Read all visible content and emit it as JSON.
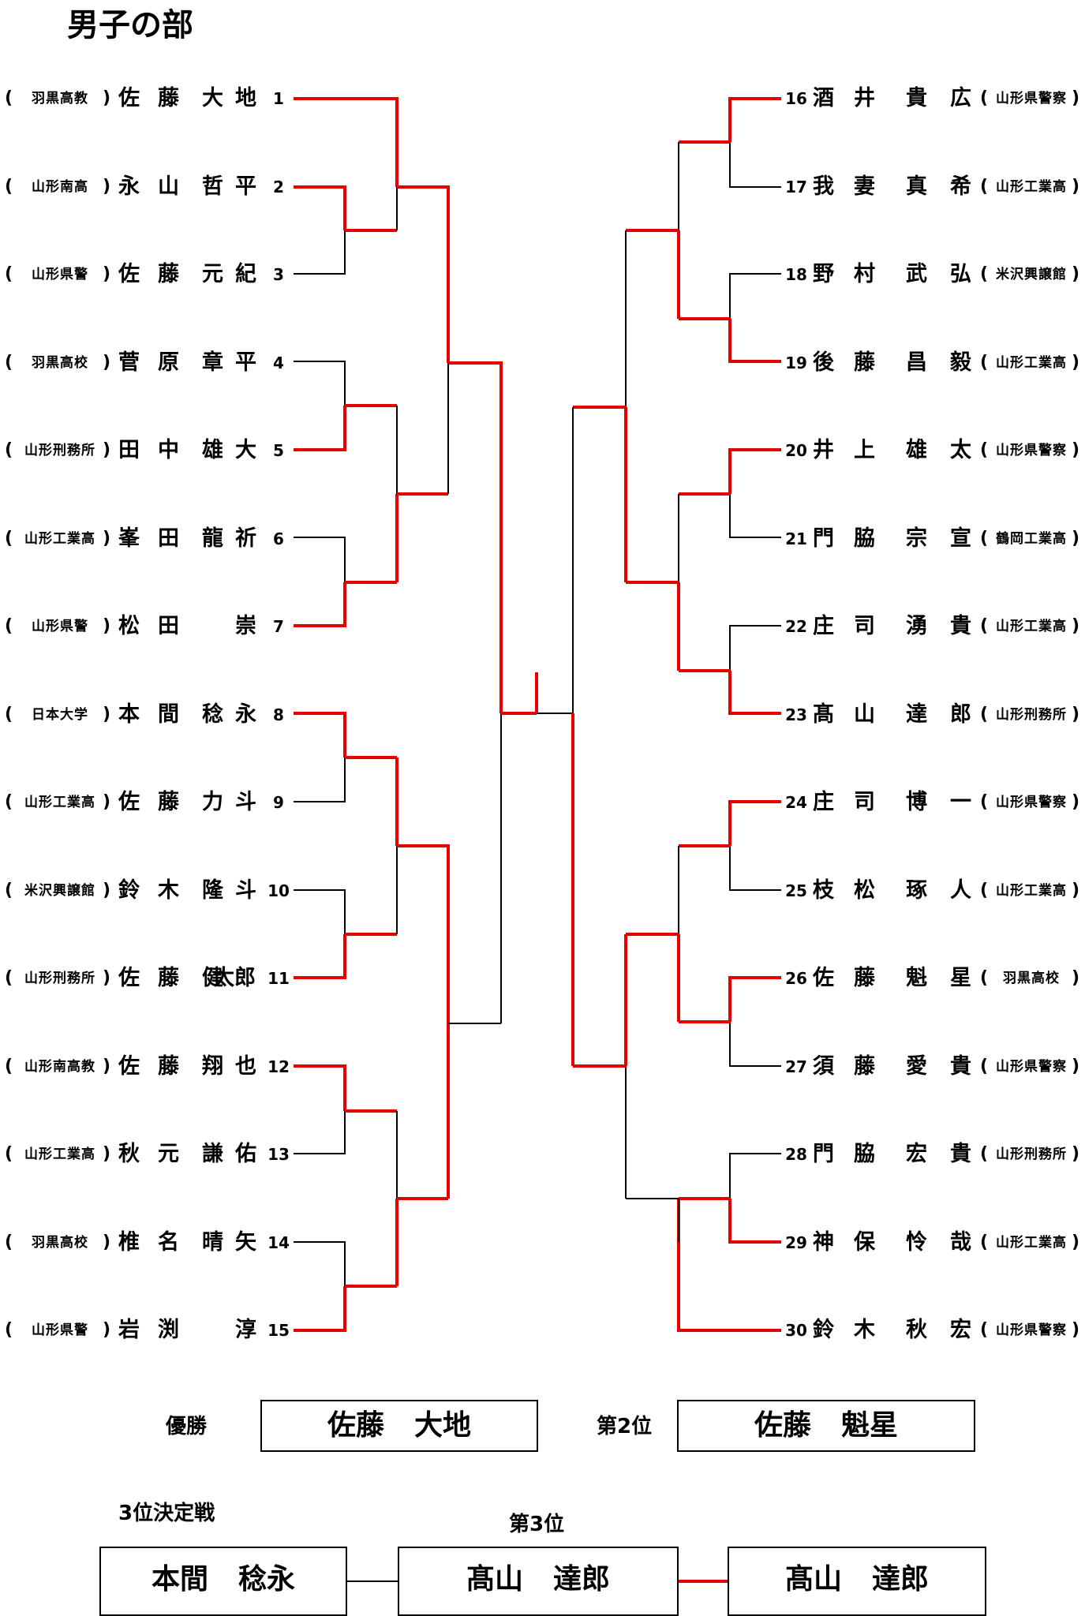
{
  "title": "男子の部",
  "colors": {
    "winner_line": "#e60000",
    "line": "#000000"
  },
  "left_players": [
    {
      "seed": "1",
      "team": "羽黒高教",
      "name": [
        "佐",
        "藤",
        "大",
        "地"
      ],
      "win": true
    },
    {
      "seed": "2",
      "team": "山形南高",
      "name": [
        "永",
        "山",
        "哲",
        "平"
      ],
      "win": true
    },
    {
      "seed": "3",
      "team": "山形県警",
      "name": [
        "佐",
        "藤",
        "元",
        "紀"
      ],
      "win": false
    },
    {
      "seed": "4",
      "team": "羽黒高校",
      "name": [
        "菅",
        "原",
        "章",
        "平"
      ],
      "win": false
    },
    {
      "seed": "5",
      "team": "山形刑務所",
      "name": [
        "田",
        "中",
        "雄",
        "大"
      ],
      "win": true
    },
    {
      "seed": "6",
      "team": "山形工業高",
      "name": [
        "峯",
        "田",
        "龍",
        "祈"
      ],
      "win": false
    },
    {
      "seed": "7",
      "team": "山形県警",
      "name": [
        "松",
        "田",
        "",
        "崇"
      ],
      "win": true
    },
    {
      "seed": "8",
      "team": "日本大学",
      "name": [
        "本",
        "間",
        "稔",
        "永"
      ],
      "win": true
    },
    {
      "seed": "9",
      "team": "山形工業高",
      "name": [
        "佐",
        "藤",
        "力",
        "斗"
      ],
      "win": false
    },
    {
      "seed": "10",
      "team": "米沢興譲館",
      "name": [
        "鈴",
        "木",
        "隆",
        "斗"
      ],
      "win": false
    },
    {
      "seed": "11",
      "team": "山形刑務所",
      "name": [
        "佐",
        "藤",
        "健",
        "太郎"
      ],
      "win": true
    },
    {
      "seed": "12",
      "team": "山形南高教",
      "name": [
        "佐",
        "藤",
        "翔",
        "也"
      ],
      "win": true
    },
    {
      "seed": "13",
      "team": "山形工業高",
      "name": [
        "秋",
        "元",
        "謙",
        "佑"
      ],
      "win": false
    },
    {
      "seed": "14",
      "team": "羽黒高校",
      "name": [
        "椎",
        "名",
        "晴",
        "矢"
      ],
      "win": false
    },
    {
      "seed": "15",
      "team": "山形県警",
      "name": [
        "岩",
        "渕",
        "",
        "淳"
      ],
      "win": true
    }
  ],
  "right_players": [
    {
      "seed": "16",
      "team": "山形県警察",
      "name": [
        "酒",
        "井",
        "貴",
        "広"
      ],
      "win": true
    },
    {
      "seed": "17",
      "team": "山形工業高",
      "name": [
        "我",
        "妻",
        "真",
        "希"
      ],
      "win": false
    },
    {
      "seed": "18",
      "team": "米沢興譲館",
      "name": [
        "野",
        "村",
        "武",
        "弘"
      ],
      "win": false
    },
    {
      "seed": "19",
      "team": "山形工業高",
      "name": [
        "後",
        "藤",
        "昌",
        "毅"
      ],
      "win": true
    },
    {
      "seed": "20",
      "team": "山形県警察",
      "name": [
        "井",
        "上",
        "雄",
        "太"
      ],
      "win": true
    },
    {
      "seed": "21",
      "team": "鶴岡工業高",
      "name": [
        "門",
        "脇",
        "宗",
        "宣"
      ],
      "win": false
    },
    {
      "seed": "22",
      "team": "山形工業高",
      "name": [
        "庄",
        "司",
        "湧",
        "貴"
      ],
      "win": false
    },
    {
      "seed": "23",
      "team": "山形刑務所",
      "name": [
        "髙",
        "山",
        "達",
        "郎"
      ],
      "win": true
    },
    {
      "seed": "24",
      "team": "山形県警察",
      "name": [
        "庄",
        "司",
        "博",
        "一"
      ],
      "win": true
    },
    {
      "seed": "25",
      "team": "山形工業高",
      "name": [
        "枝",
        "松",
        "琢",
        "人"
      ],
      "win": false
    },
    {
      "seed": "26",
      "team": "羽黒高校",
      "name": [
        "佐",
        "藤",
        "魁",
        "星"
      ],
      "win": true
    },
    {
      "seed": "27",
      "team": "山形県警察",
      "name": [
        "須",
        "藤",
        "愛",
        "貴"
      ],
      "win": false
    },
    {
      "seed": "28",
      "team": "山形刑務所",
      "name": [
        "門",
        "脇",
        "宏",
        "貴"
      ],
      "win": false
    },
    {
      "seed": "29",
      "team": "山形工業高",
      "name": [
        "神",
        "保",
        "怜",
        "哉"
      ],
      "win": true
    },
    {
      "seed": "30",
      "team": "山形県警察",
      "name": [
        "鈴",
        "木",
        "秋",
        "宏"
      ],
      "win": true
    }
  ],
  "paren_open": "(",
  "paren_close": ")",
  "results": {
    "champion_label": "優勝",
    "champion": [
      "佐藤",
      "大地"
    ],
    "second_label": "第2位",
    "second": [
      "佐藤",
      "魁星"
    ],
    "third_playoff_label": "3位決定戦",
    "third_label": "第3位",
    "playoff_a": [
      "本間",
      "稔永"
    ],
    "playoff_b": [
      "髙山",
      "達郎"
    ],
    "third": [
      "髙山",
      "達郎"
    ]
  }
}
